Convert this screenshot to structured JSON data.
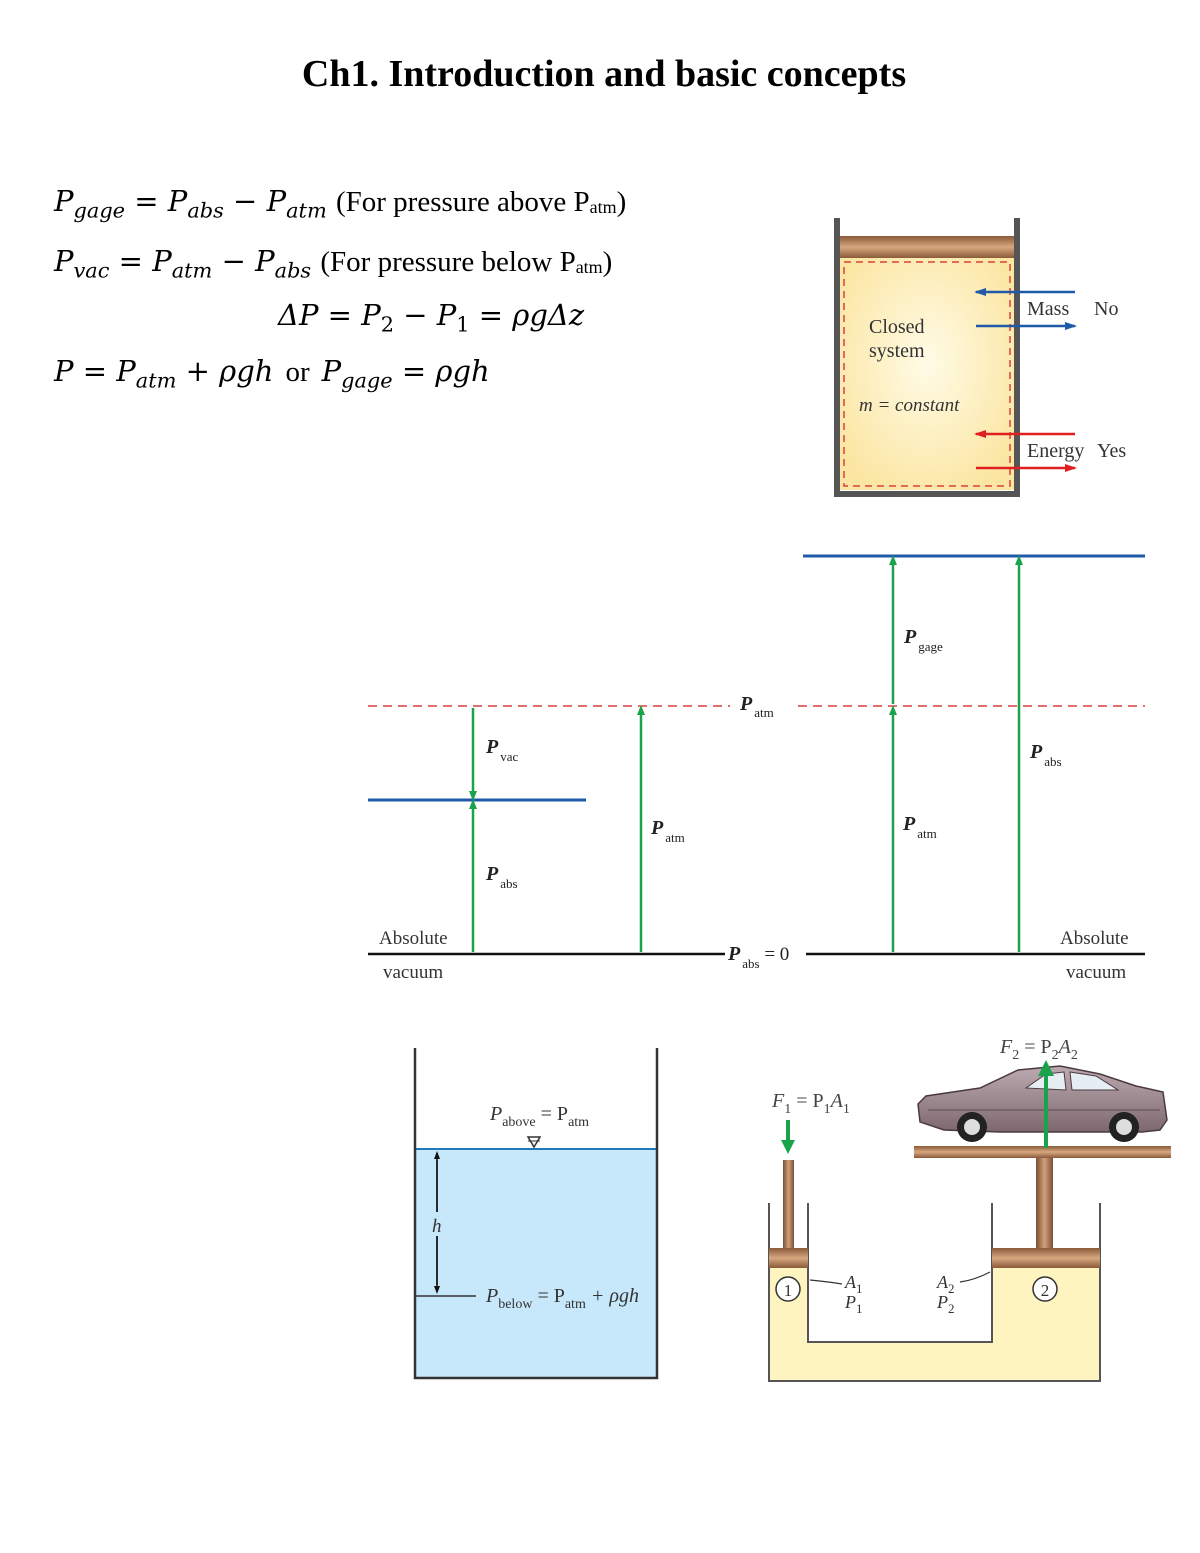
{
  "page": {
    "title": "Ch1. Introduction and basic concepts"
  },
  "equations": {
    "gage": {
      "lhs_sub": "gage",
      "rhs1_sub": "abs",
      "rhs2_sub": "atm",
      "note": "(For pressure above P",
      "note_sub": "atm",
      "note_end": ")"
    },
    "vac": {
      "lhs_sub": "vac",
      "rhs1_sub": "atm",
      "rhs2_sub": "abs",
      "note": "(For pressure below P",
      "note_sub": "atm",
      "note_end": ")"
    },
    "delta": {
      "text_a": "ΔP = P",
      "sub_a": "2",
      "text_b": " − P",
      "sub_b": "1",
      "text_c": " = ρgΔz"
    },
    "hydro": {
      "text_a": "P = P",
      "sub_a": "atm",
      "text_b": " + ρgh",
      "or": "or",
      "text_c": "P",
      "sub_c": "gage",
      "text_d": " = ρgh"
    }
  },
  "closed_system": {
    "label_line1": "Closed",
    "label_line2": "system",
    "mass_label": "m = constant",
    "mass_row": "Mass",
    "mass_answer": "No",
    "energy_row": "Energy",
    "energy_answer": "Yes",
    "colors": {
      "mass_arrow": "#1f5aa8",
      "energy_arrow": "#e02020",
      "fill": "#fdf1c2"
    }
  },
  "pressure_diagram": {
    "p_gage": "P",
    "p_gage_sub": "gage",
    "p_atm_line": "P",
    "p_atm_line_sub": "atm",
    "p_vac": "P",
    "p_vac_sub": "vac",
    "p_atm_left": "P",
    "p_atm_left_sub": "atm",
    "p_abs_left": "P",
    "p_abs_left_sub": "abs",
    "p_atm_right": "P",
    "p_atm_right_sub": "atm",
    "p_abs_right": "P",
    "p_abs_right_sub": "abs",
    "zero": "P",
    "zero_sub": "abs",
    "zero_end": " = 0",
    "abs_vac_left_1": "Absolute",
    "abs_vac_left_2": "vacuum",
    "abs_vac_right_1": "Absolute",
    "abs_vac_right_2": "vacuum",
    "colors": {
      "arrow": "#1aa34a",
      "level": "#1f5aa8",
      "atm": "#d94040"
    }
  },
  "tank": {
    "above": "P",
    "above_sub": "above",
    "above_mid": " = P",
    "above_sub2": "atm",
    "h": "h",
    "below": "P",
    "below_sub": "below",
    "below_mid": " = P",
    "below_sub2": "atm",
    "below_end": " + ρgh",
    "colors": {
      "water": "#c7e8fa",
      "surface": "#1f7ab8"
    }
  },
  "hydraulic_lift": {
    "f2": "F",
    "f2_sub": "2",
    "f2_mid": " = P",
    "f2_sub2": "2",
    "f2_a": "A",
    "f2_sub3": "2",
    "f1": "F",
    "f1_sub": "1",
    "f1_mid": " = P",
    "f1_sub2": "1",
    "f1_a": "A",
    "f1_sub3": "1",
    "a1": "A",
    "a1_sub": "1",
    "p1": "P",
    "p1_sub": "1",
    "a2": "A",
    "a2_sub": "2",
    "p2": "P",
    "p2_sub": "2",
    "circle1": "1",
    "circle2": "2",
    "colors": {
      "fluid": "#fdf4c0",
      "piston": "#b9875e",
      "arrow": "#1aa34a"
    }
  }
}
